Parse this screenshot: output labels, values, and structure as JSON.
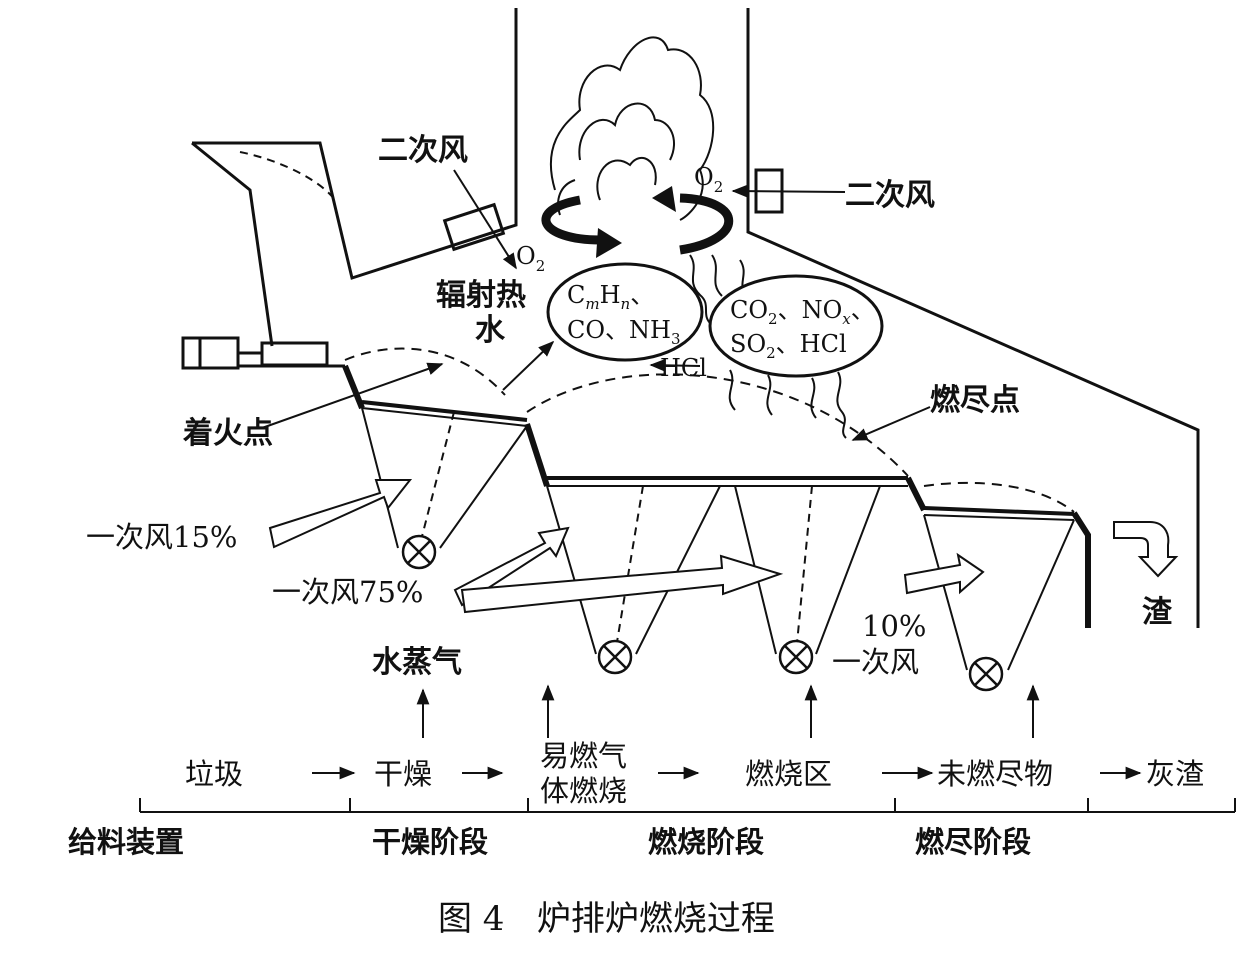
{
  "labels": {
    "secondary_air_left": "二次风",
    "secondary_air_right": "二次风",
    "o2": "O",
    "o2_sub": "2",
    "radiant_heat_line1": "辐射热",
    "radiant_heat_line2": "水",
    "ignition_point": "着火点",
    "burnout_point": "燃尽点",
    "primary_air_15": "一次风15%",
    "primary_air_75": "一次风75%",
    "primary_air_10_line1": "10%",
    "primary_air_10_line2": "一次风",
    "water_vapor": "水蒸气",
    "slag": "渣",
    "hcl": "HCl"
  },
  "gas_left": {
    "line1": [
      "C",
      "m",
      "H",
      "n",
      "、"
    ],
    "line2": [
      "CO、NH",
      "3"
    ]
  },
  "gas_right": {
    "line1": [
      "CO",
      "2",
      "、NO",
      "x",
      "、"
    ],
    "line2": [
      "SO",
      "2",
      "、HCl"
    ]
  },
  "flow": {
    "items": [
      "垃圾",
      "干燥",
      "易燃气",
      "体燃烧",
      "燃烧区",
      "未燃尽物",
      "灰渣"
    ]
  },
  "stages": {
    "items": [
      "给料装置",
      "干燥阶段",
      "燃烧阶段",
      "燃尽阶段"
    ]
  },
  "caption": "图 4   炉排炉燃烧过程"
}
